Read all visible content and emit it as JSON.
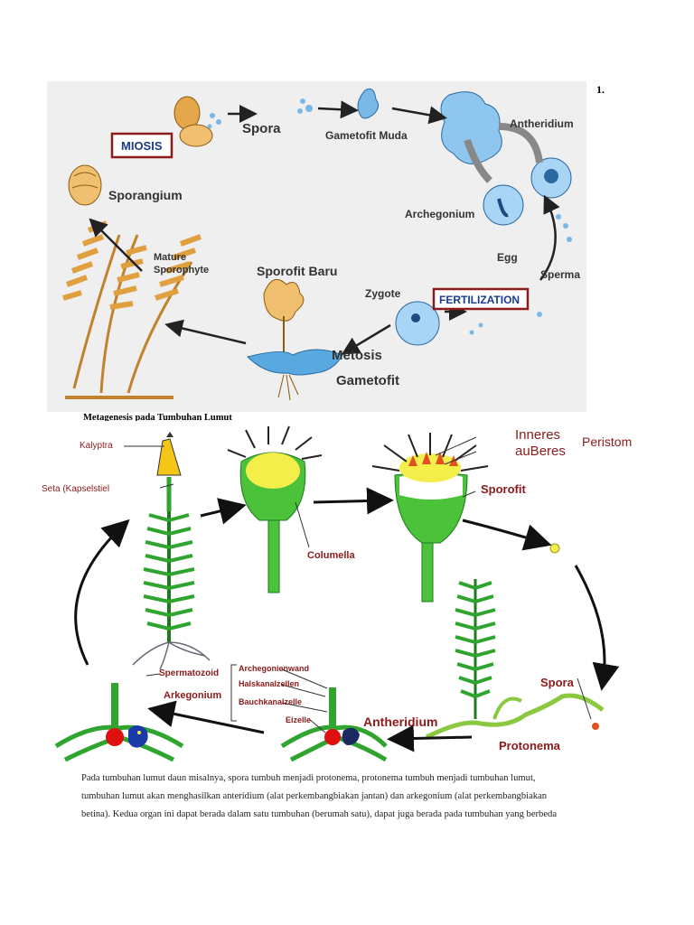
{
  "page_number": "1.",
  "figure1": {
    "labels": {
      "miosis": "MIOSIS",
      "spora": "Spora",
      "gametofit_muda": "Gametofit Muda",
      "antheridium": "Antheridium",
      "sporangium": "Sporangium",
      "archegonium": "Archegonium",
      "egg": "Egg",
      "sperma": "Sperma",
      "mature": "Mature",
      "sporophyte": "Sporophyte",
      "sporofit_baru": "Sporofit Baru",
      "zygote": "Zygote",
      "fertilization": "FERTILIZATION",
      "metosis": "Metosis",
      "gametofit": "Gametofit"
    },
    "caption": "Metagenesis pada Tumbuhan Lumut"
  },
  "figure2": {
    "labels": {
      "kalyptra": "Kalyptra",
      "seta": "Seta (Kapselstiel",
      "columella": "Columella",
      "inneres": "Inneres",
      "auberes": "auBeres",
      "peristom": "Peristom",
      "sporofit": "Sporofit",
      "spora": "Spora",
      "protonema": "Protonema",
      "spermatozoid": "Spermatozoid",
      "arkegonium": "Arkegonium",
      "archegonienwand": "Archegonienwand",
      "halskanalzellen": "Halskanalzellen",
      "bauchkanalzelle": "Bauchkanalzelle",
      "eizelle": "Eizelle",
      "antheridium": "Antheridium"
    }
  },
  "paragraph": {
    "line1": "Pada tumbuhan lumut daun misalnya, spora tumbuh menjadi protonema, protonema tumbuh menjadi tumbuhan lumut,",
    "line2": "tumbuhan lumut akan menghasilkan anteridium (alat perkembangbiakan jantan) dan arkegonium (alat perkembangbiakan",
    "line3": "betina). Kedua organ ini dapat berada dalam satu tumbuhan (berumah satu), dapat juga berada pada tumbuhan yang berbeda"
  },
  "colors": {
    "fig1_background": "#efefef",
    "fern_gold": "#e0a040",
    "blue_cell": "#7ab8e8",
    "label_dark_red": "#8b1a1a",
    "moss_green": "#2fa52f",
    "sporofit_green": "#5cc83a"
  }
}
